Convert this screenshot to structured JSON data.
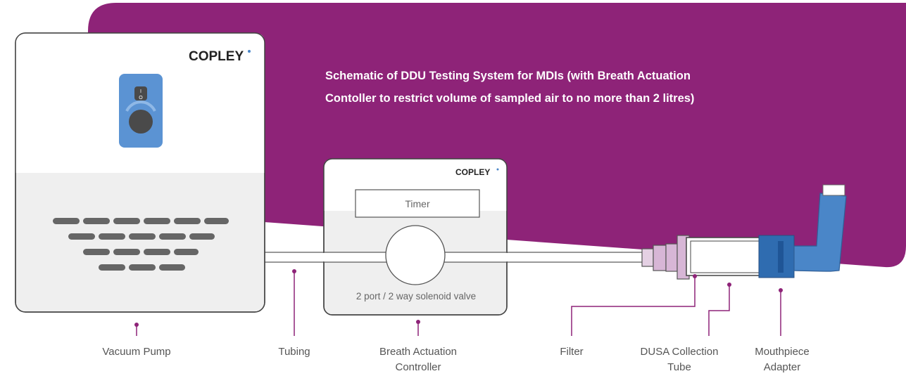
{
  "title": {
    "line1": "Schematic of DDU Testing System for MDIs (with Breath Actuation",
    "line2": "Contoller to restrict volume of sampled air to no more than 2 litres)"
  },
  "brand": {
    "logo_text": "COPLEY"
  },
  "pump": {
    "switch_on": "I",
    "switch_off": "O"
  },
  "controller": {
    "timer_label": "Timer",
    "valve_label": "2 port / 2 way solenoid valve"
  },
  "labels": {
    "vacuum_pump": "Vacuum Pump",
    "tubing": "Tubing",
    "breath_actuation_line1": "Breath Actuation",
    "breath_actuation_line2": "Controller",
    "filter": "Filter",
    "dusa_line1": "DUSA Collection",
    "dusa_line2": "Tube",
    "mouthpiece_line1": "Mouthpiece",
    "mouthpiece_line2": "Adapter"
  },
  "colors": {
    "purple_banner": "#8E2378",
    "leader_line": "#8E2378",
    "pump_switch_panel": "#5B93D3",
    "filter_pink": "#D7B6D6",
    "mouthpiece_blue": "#4A86C8",
    "vent_gray": "#666666"
  }
}
